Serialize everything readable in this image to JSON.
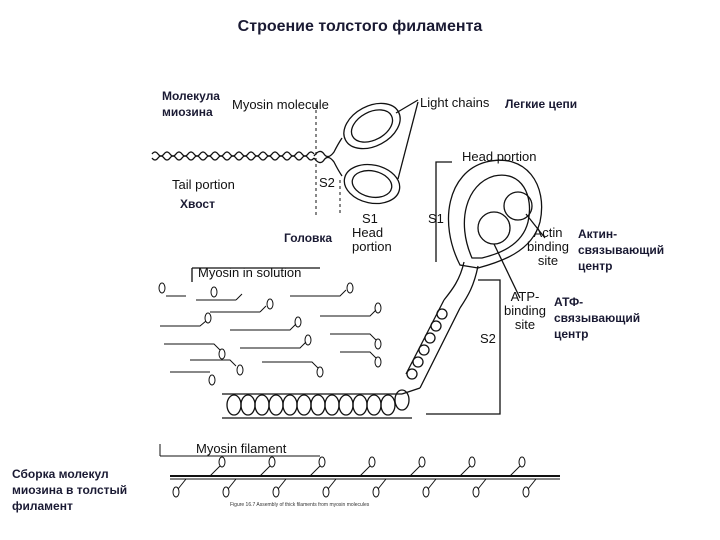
{
  "title": "Строение толстого филамента",
  "labels_ru": {
    "myosin_molecule": "Молекула миозина",
    "light_chains": "Легкие цепи",
    "tail": "Хвост",
    "head": "Головка",
    "actin_center": "Актин-связывающий центр",
    "atp_center": "АТФ-связывающий центр",
    "assembly": "Сборка молекул миозина в толстый филамент"
  },
  "labels_en": {
    "myosin_molecule": "Myosin molecule",
    "light_chains": "Light chains",
    "tail_portion": "Tail portion",
    "s2_top": "S2",
    "s1_left": "S1",
    "head_portion_s1": "Head portion",
    "s1_right": "S1",
    "head_portion_right": "Head portion",
    "actin_binding_site": "Actin binding site",
    "atp_binding_site": "ATP-binding site",
    "s2_right": "S2",
    "myosin_in_solution": "Myosin in solution",
    "myosin_filament": "Myosin filament"
  },
  "caption": "Figure 16.7 Assembly of thick filaments from myosin molecules"
}
